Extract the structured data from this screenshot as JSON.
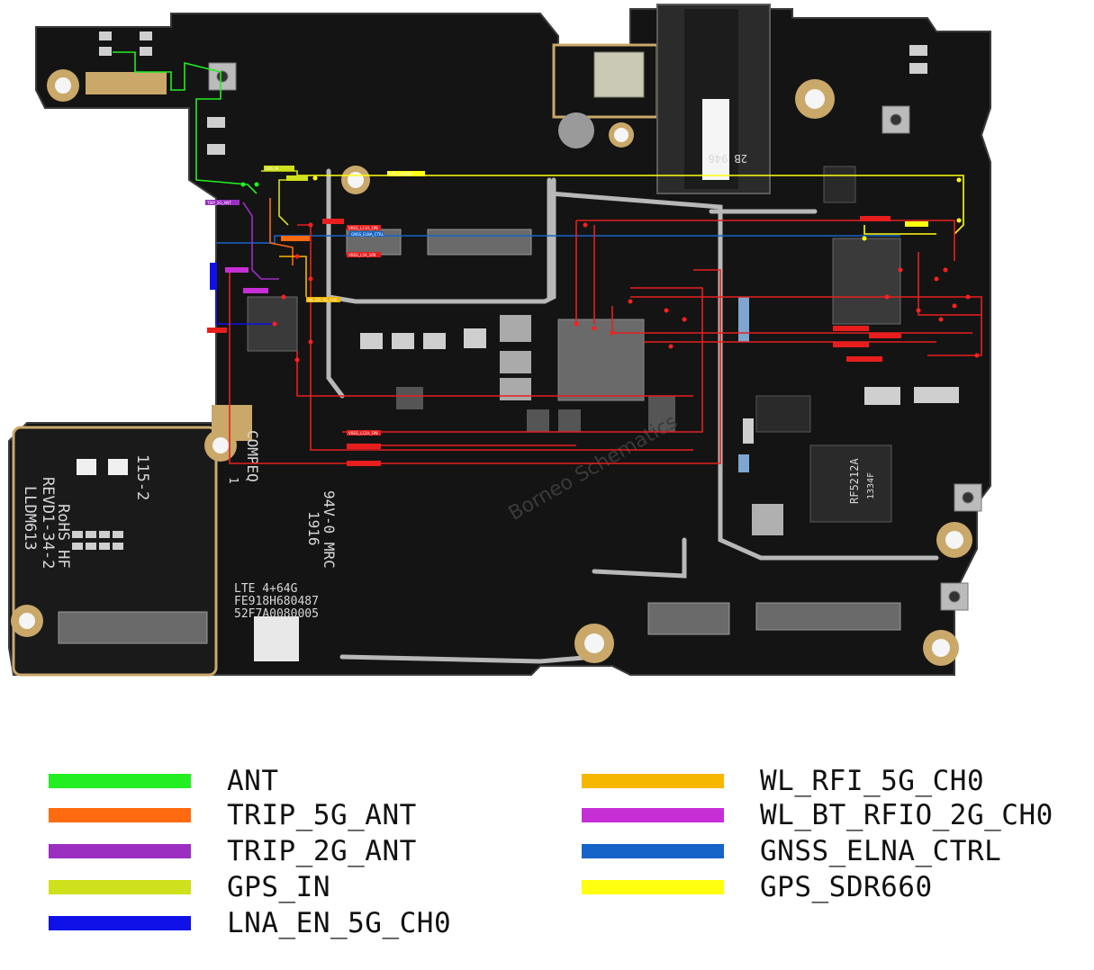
{
  "board": {
    "silkscreen": {
      "rohs": "RoHS HF",
      "rev": "REVD1-34-2",
      "model": "LLDM613",
      "code_115": "115-2",
      "comp": "COMPEQ",
      "comp_suffix": "1",
      "ul": "94V-0 MRC",
      "year": "1916",
      "lte": "LTE 4+64G",
      "serial1": "FE918H680487",
      "serial2": "52F7A0080005",
      "chip_main": "RF5212A",
      "chip_sub": "1334F",
      "jack_text": "2B 946",
      "watermark": "Borneo Schematics"
    },
    "net_labels": [
      "GPS_IN",
      "GPS_SDR660",
      "TRIP_2G_ANT",
      "LNA_EN_5G_CH0",
      "WL_RFI_5G_CH0",
      "VREG_L11A_1P8",
      "VREG_L5A_1P8",
      "VREG_L12A_1P8",
      "GNSS_ELNA_CTRL",
      "TRIP_5G_ANT"
    ]
  },
  "legend": {
    "items": [
      {
        "label": "ANT",
        "color": "#22ee22"
      },
      {
        "label": "TRIP_5G_ANT",
        "color": "#ff6a10"
      },
      {
        "label": "TRIP_2G_ANT",
        "color": "#9b2fc0"
      },
      {
        "label": "GPS_IN",
        "color": "#cfe01c"
      },
      {
        "label": "LNA_EN_5G_CH0",
        "color": "#1010e8"
      },
      {
        "label": "WL_RFI_5G_CH0",
        "color": "#f5b700"
      },
      {
        "label": "WL_BT_RFIO_2G_CH0",
        "color": "#c62fd6"
      },
      {
        "label": "GNSS_ELNA_CTRL",
        "color": "#1664c8"
      },
      {
        "label": "GPS_SDR660",
        "color": "#ffff10"
      }
    ]
  }
}
